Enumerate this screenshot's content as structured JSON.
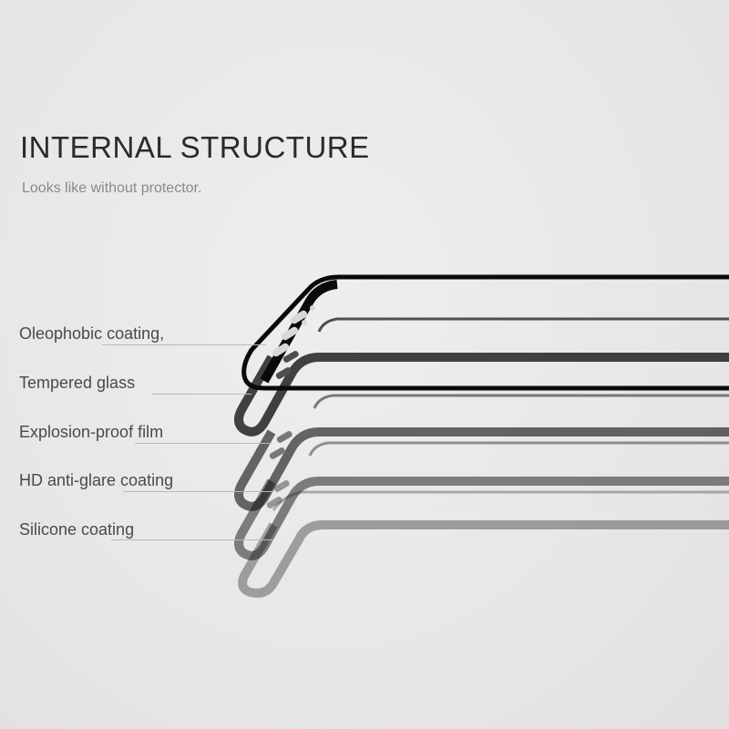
{
  "header": {
    "title": "INTERNAL STRUCTURE",
    "subtitle": "Looks like without protector."
  },
  "layers": [
    {
      "label": "Oleophobic coating,"
    },
    {
      "label": "Tempered glass"
    },
    {
      "label": "Explosion-proof film"
    },
    {
      "label": "HD anti-glare coating"
    },
    {
      "label": "Silicone coating"
    }
  ],
  "colors": {
    "background": "#e9e8e6",
    "title": "#2a2a2a",
    "subtitle": "#8a8a8a",
    "label": "#4a4a4a",
    "leader_line": "#b9b9b9",
    "frame_dark": "#0a0a0a"
  }
}
